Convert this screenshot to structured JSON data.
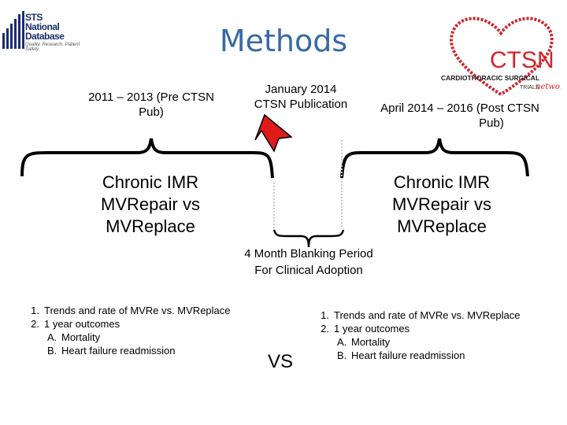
{
  "title": "Methods",
  "sts_logo": {
    "line1": "STS",
    "line2": "National Database",
    "tagline": "Quality. Research. Patient Safety."
  },
  "ctsn_logo": {
    "big": "CTSN",
    "line1": "CARDIOTHORACIC SURGICAL",
    "line2": "TRIALS",
    "script": "network",
    "heart_color": "#d2232a"
  },
  "pre_period": {
    "line1": "2011 – 2013 (Pre CTSN",
    "line2": "Pub)"
  },
  "publication": {
    "line1": "January 2014",
    "line2": "CTSN Publication"
  },
  "post_period": {
    "line1": "April 2014 – 2016 (Post CTSN",
    "line2": "Pub)"
  },
  "left_group": {
    "line1": "Chronic IMR",
    "line2": "MVRepair vs",
    "line3": "MVReplace"
  },
  "right_group": {
    "line1": "Chronic IMR",
    "line2": "MVRepair vs",
    "line3": "MVReplace"
  },
  "blanking": {
    "line1": "4 Month Blanking Period",
    "line2": "For Clinical Adoption"
  },
  "left_list": {
    "items": [
      {
        "num": "1.",
        "text": "Trends and rate of MVRe vs. MVReplace"
      },
      {
        "num": "2.",
        "text": "1 year outcomes"
      }
    ],
    "subitems": [
      {
        "num": "A.",
        "text": "Mortality"
      },
      {
        "num": "B.",
        "text": "Heart failure readmission"
      }
    ]
  },
  "right_list": {
    "items": [
      {
        "num": "1.",
        "text": "Trends and rate of MVRe vs. MVReplace"
      },
      {
        "num": "2.",
        "text": "1 year outcomes"
      }
    ],
    "subitems": [
      {
        "num": "A.",
        "text": "Mortality"
      },
      {
        "num": "B.",
        "text": "Heart failure readmission"
      }
    ]
  },
  "vs_label": "VS",
  "colors": {
    "title": "#3a6aa6",
    "arrow": "#e01b1b",
    "brace": "#000000"
  }
}
